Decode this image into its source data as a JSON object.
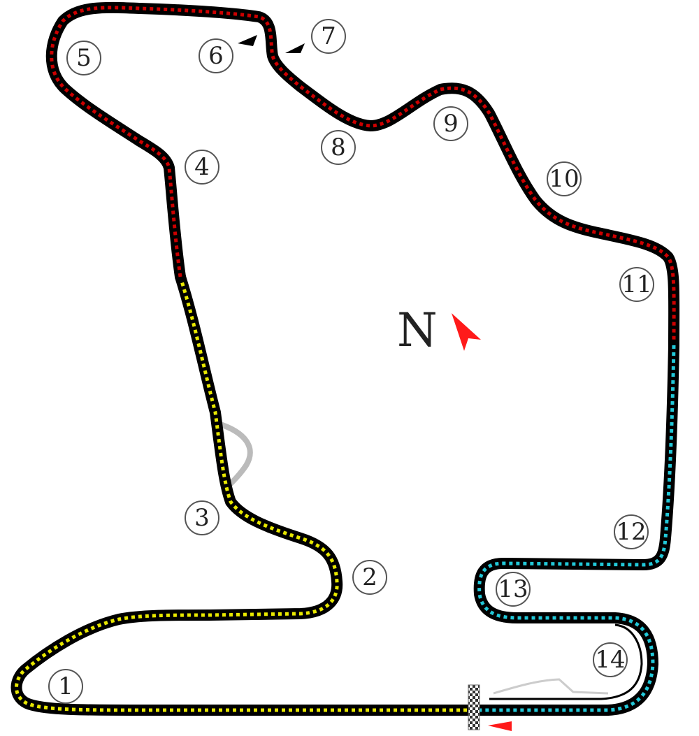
{
  "map": {
    "corners": [
      {
        "id": "corner-1",
        "label": "1"
      },
      {
        "id": "corner-2",
        "label": "2"
      },
      {
        "id": "corner-3",
        "label": "3"
      },
      {
        "id": "corner-4",
        "label": "4"
      },
      {
        "id": "corner-5",
        "label": "5"
      },
      {
        "id": "corner-6",
        "label": "6"
      },
      {
        "id": "corner-7",
        "label": "7"
      },
      {
        "id": "corner-8",
        "label": "8"
      },
      {
        "id": "corner-9",
        "label": "9"
      },
      {
        "id": "corner-10",
        "label": "10"
      },
      {
        "id": "corner-11",
        "label": "11"
      },
      {
        "id": "corner-12",
        "label": "12"
      },
      {
        "id": "corner-13",
        "label": "13"
      },
      {
        "id": "corner-14",
        "label": "14"
      }
    ],
    "compass": {
      "label": "N",
      "icon": "north-arrow-icon",
      "color": "#ff1a1a"
    },
    "sectors": [
      {
        "name": "sector-1",
        "color": "#e8e800"
      },
      {
        "name": "sector-2",
        "color": "#cc0000"
      },
      {
        "name": "sector-3",
        "color": "#22c8d8"
      }
    ],
    "track_color": "#000000",
    "runoff_color": "#bbbbbb",
    "start_finish": {
      "icon": "checkered-flag-line-icon",
      "direction_icon": "direction-arrow-icon",
      "direction_color": "#ff1a1a"
    }
  }
}
